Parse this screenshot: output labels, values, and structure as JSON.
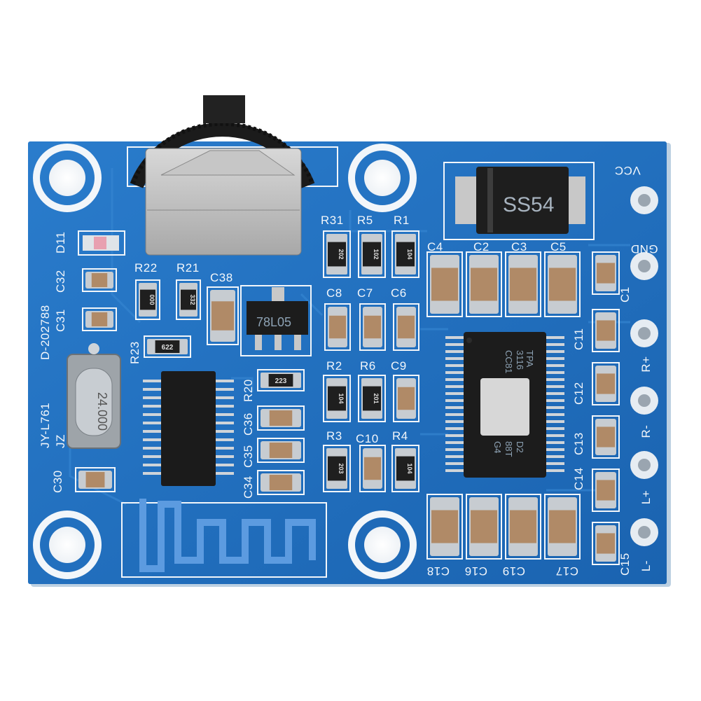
{
  "board": {
    "model": "JY-L761",
    "code": "D-202788",
    "jz": "JZ"
  },
  "pins": [
    {
      "label": "VCC"
    },
    {
      "label": "GND"
    },
    {
      "label": "R+"
    },
    {
      "label": "R-"
    },
    {
      "label": "L+"
    },
    {
      "label": "L-"
    }
  ],
  "chips": {
    "diode": "SS54",
    "regulator": "78L05",
    "amp_line1": "TPA",
    "amp_line2": "3116",
    "amp_line3": "CC81",
    "amp_line4": "D2",
    "amp_line5": "88T",
    "amp_line6": "G4"
  },
  "resistor_codes": {
    "r22": "000",
    "r21": "332",
    "r23": "622",
    "r20": "223",
    "r31": "202",
    "r5": "102",
    "r1": "104",
    "r2": "104",
    "r6": "201",
    "r3": "203",
    "r4": "104"
  },
  "labels": {
    "d11": "D11",
    "c32": "C32",
    "c31": "C31",
    "r22": "R22",
    "r21": "R21",
    "c38": "C38",
    "r23": "R23",
    "r31": "R31",
    "r5": "R5",
    "r1": "R1",
    "c4": "C4",
    "c2": "C2",
    "c3": "C3",
    "c5": "C5",
    "c1": "C1",
    "c8": "C8",
    "c7": "C7",
    "c6": "C6",
    "r2": "R2",
    "r6": "R6",
    "c9": "C9",
    "r3": "R3",
    "c10": "C10",
    "r4": "R4",
    "c11": "C11",
    "c12": "C12",
    "c13": "C13",
    "c14": "C14",
    "c15": "C15",
    "c18": "C18",
    "c16": "C16",
    "c19": "C19",
    "c17": "C17",
    "c30": "C30",
    "c34": "C34",
    "c35": "C35",
    "c36": "C36",
    "r20": "R20"
  },
  "colors": {
    "pcb": "#1f6fc0",
    "pcb_dark": "#175aa0",
    "silkscreen": "#f2f6fa",
    "pad": "#c9ced3",
    "ic": "#1c1c1c",
    "capacitor": "#b08a67"
  }
}
